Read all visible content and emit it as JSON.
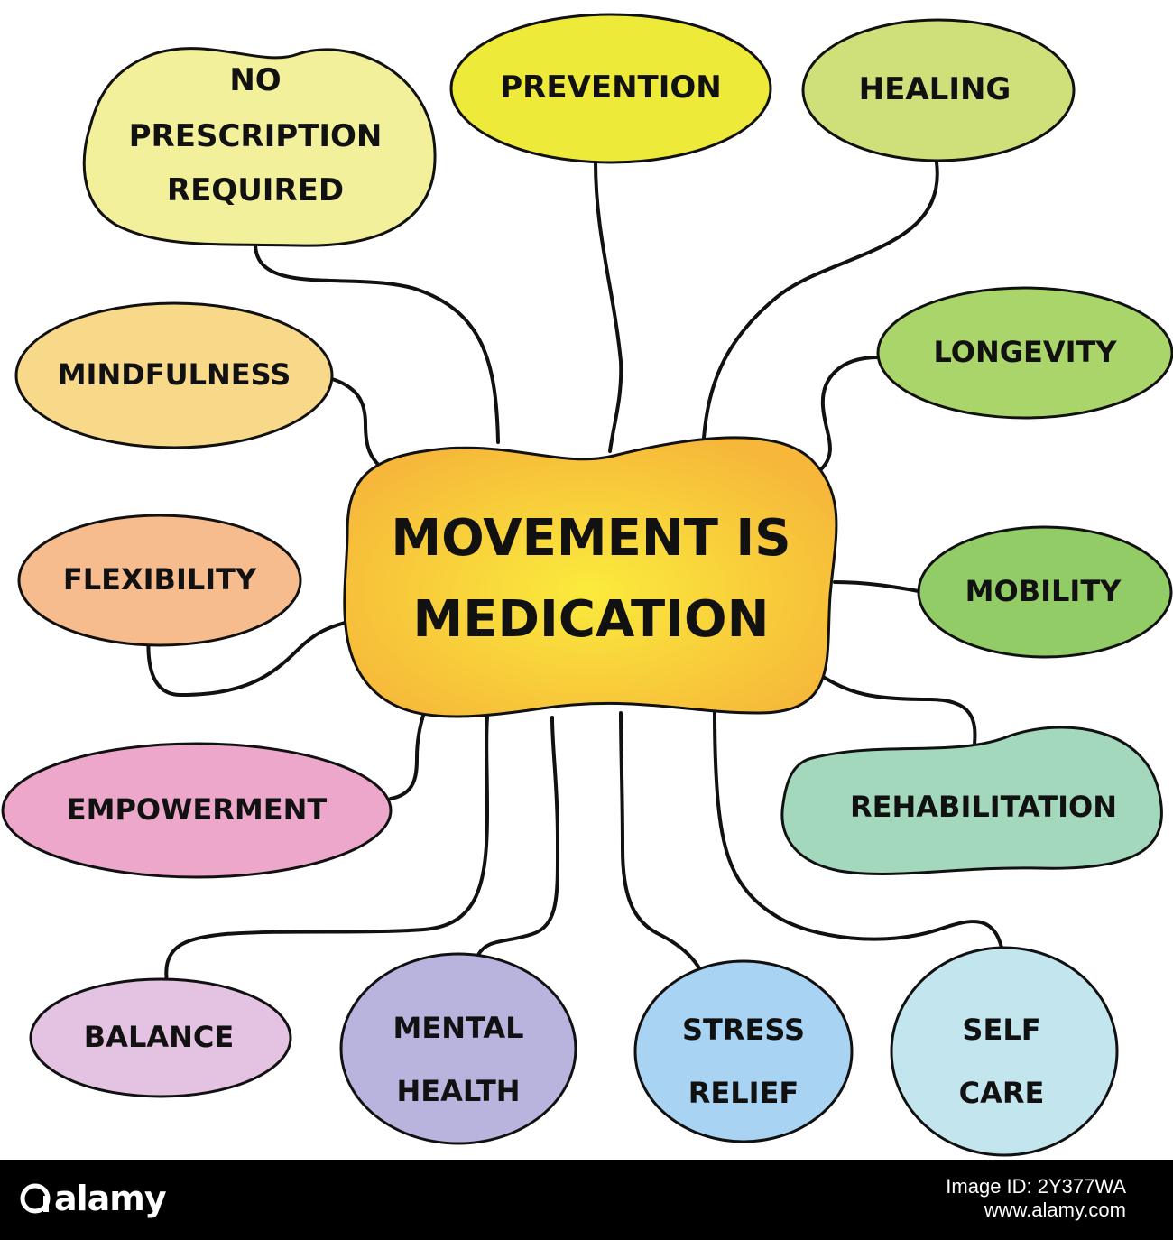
{
  "center": {
    "line1": "MOVEMENT IS",
    "line2": "MEDICATION"
  },
  "nodes": {
    "no_prescription": {
      "lines": [
        "NO",
        "PRESCRIPTION",
        "REQUIRED"
      ],
      "color": "#f2f09a"
    },
    "prevention": {
      "lines": [
        "PREVENTION"
      ],
      "color": "#eeea3a"
    },
    "healing": {
      "lines": [
        "HEALING"
      ],
      "color": "#cfe07a"
    },
    "mindfulness": {
      "lines": [
        "MINDFULNESS"
      ],
      "color": "#f8d98a"
    },
    "longevity": {
      "lines": [
        "LONGEVITY"
      ],
      "color": "#a9d56a"
    },
    "flexibility": {
      "lines": [
        "FLEXIBILITY"
      ],
      "color": "#f7bc8e"
    },
    "mobility": {
      "lines": [
        "MOBILITY"
      ],
      "color": "#92cc66"
    },
    "empowerment": {
      "lines": [
        "EMPOWERMENT"
      ],
      "color": "#eda7cb"
    },
    "rehabilitation": {
      "lines": [
        "REHABILITATION"
      ],
      "color": "#a3d8bd"
    },
    "balance": {
      "lines": [
        "BALANCE"
      ],
      "color": "#e4c2e2"
    },
    "mental_health": {
      "lines": [
        "MENTAL",
        "HEALTH"
      ],
      "color": "#b8b4de"
    },
    "stress_relief": {
      "lines": [
        "STRESS",
        "RELIEF"
      ],
      "color": "#a8d3f2"
    },
    "self_care": {
      "lines": [
        "SELF",
        "CARE"
      ],
      "color": "#c2e5ee"
    }
  },
  "center_colors": {
    "edge": "#f6b73a",
    "core": "#fbeb3c"
  },
  "footer": {
    "brand": "alamy",
    "image_id_line1": "Image ID: 2Y377WA",
    "image_id_line2": "www.alamy.com"
  }
}
